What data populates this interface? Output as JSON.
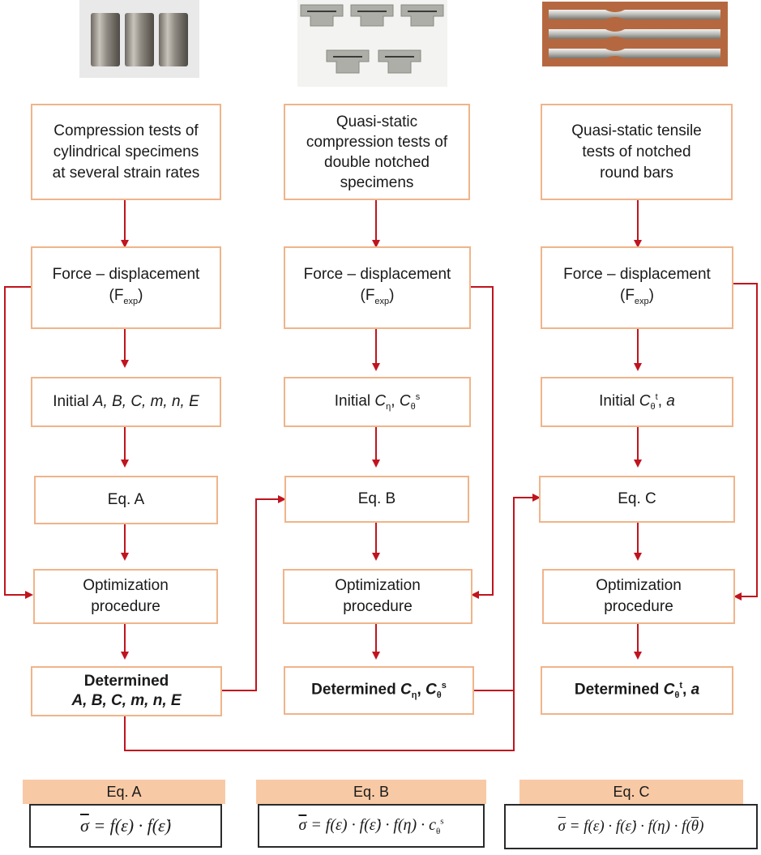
{
  "columns": [
    {
      "photo": "cylindrical-specimens-photo",
      "test": [
        "Compression tests of",
        "cylindrical specimens",
        "at several strain rates"
      ],
      "force": "Force – displacement",
      "force_sym": "F",
      "force_sub": "exp",
      "initial_prefix": "Initial",
      "initial_params": "A, B, C, m, n, E",
      "eq": "Eq. A",
      "opt": [
        "Optimization",
        "procedure"
      ],
      "determined": "Determined",
      "determined_params": "A, B, C, m, n, E"
    },
    {
      "photo": "double-notched-specimens-photo",
      "test": [
        "Quasi-static",
        "compression tests of",
        "double notched",
        "specimens"
      ],
      "force": "Force – displacement",
      "force_sym": "F",
      "force_sub": "exp",
      "initial_prefix": "Initial",
      "initial_c": "C",
      "initial_sub": "η",
      "initial_c2": "C",
      "initial_sub2": "θ",
      "initial_sup2": "s",
      "eq": "Eq. B",
      "opt": [
        "Optimization",
        "procedure"
      ],
      "determined": "Determined",
      "det_c": "C",
      "det_sub": "η",
      "det_c2": "C",
      "det_sub2": "θ",
      "det_sup2": "s"
    },
    {
      "photo": "notched-round-bars-photo",
      "test": [
        "Quasi-static tensile",
        "tests of  notched",
        "round bars"
      ],
      "force": "Force – displacement",
      "force_sym": "F",
      "force_sub": "exp",
      "initial_prefix": "Initial",
      "initial_c": "C",
      "initial_sub": "θ",
      "initial_sup": "t",
      "initial_a": "a",
      "eq": "Eq. C",
      "opt": [
        "Optimization",
        "procedure"
      ],
      "determined": "Determined",
      "det_c": "C",
      "det_sub": "θ",
      "det_sup": "t",
      "det_a": "a"
    }
  ],
  "equations": [
    {
      "label": "Eq. A",
      "lhs": "σ",
      "rhs": " = f(ε) · f(ε̇)"
    },
    {
      "label": "Eq. B",
      "lhs": "σ",
      "rhs": " = f(ε) · f(ε̇) · f(η) · c",
      "rhs_sub": "θ",
      "rhs_sup": "s"
    },
    {
      "label": "Eq. C",
      "lhs": "σ",
      "rhs": " = f(ε) · f(ε̇) · f(η) · f(",
      "theta": "θ",
      "close": ")"
    }
  ],
  "colors": {
    "box_border": "#f0b48a",
    "arrow": "#c0141e",
    "eq_label_bg": "#f8c9a5"
  }
}
